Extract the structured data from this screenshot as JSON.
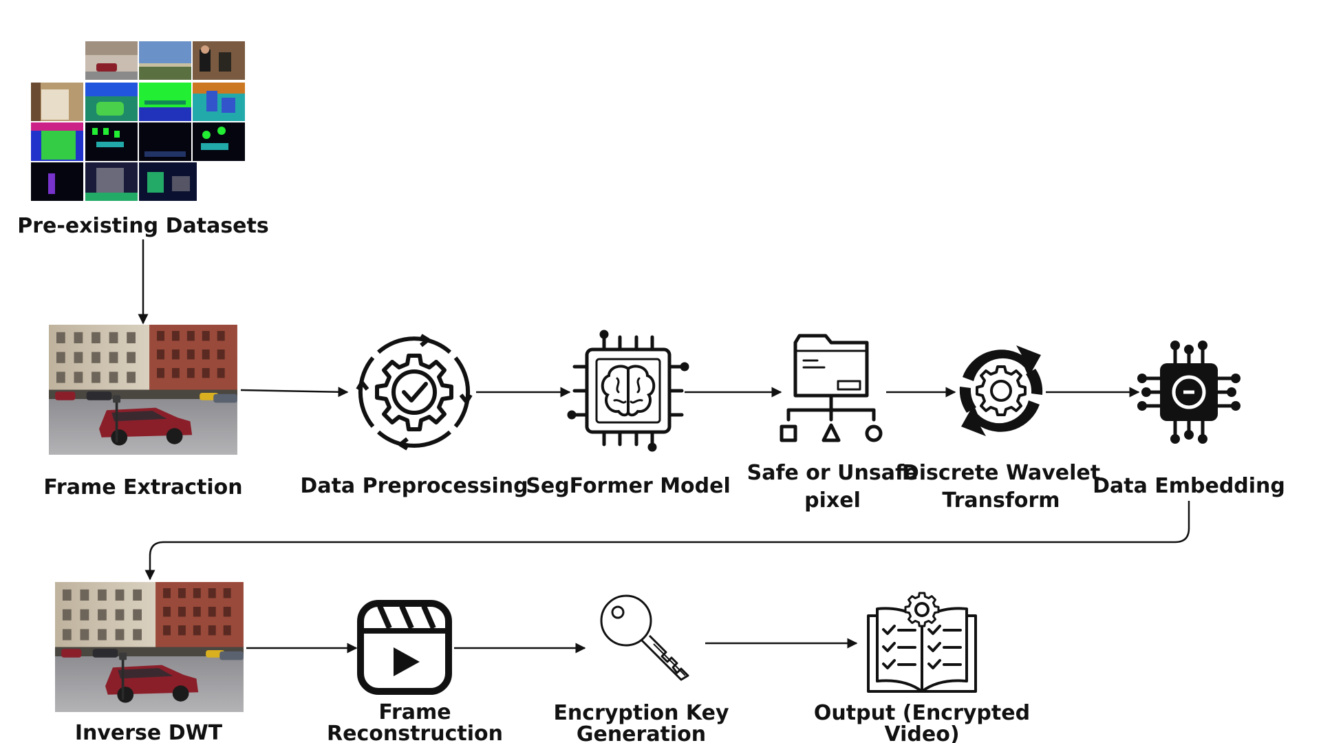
{
  "labels": {
    "datasets": "Pre-existing Datasets",
    "frame_extraction": "Frame Extraction",
    "data_preprocessing": "Data Preprocessing",
    "segformer": "SegFormer Model",
    "safe_line1": "Safe or Unsafe",
    "safe_line2": "pixel",
    "dwt_line1": "Discrete Wavelet",
    "dwt_line2": "Transform",
    "data_embedding": "Data Embedding",
    "inverse_dwt": "Inverse DWT",
    "frame_recon_line1": "Frame",
    "frame_recon_line2": "Reconstruction",
    "enc_key_line1": "Encryption Key",
    "enc_key_line2": "Generation",
    "output_line1": "Output (Encrypted",
    "output_line2": "Video)"
  },
  "colors": {
    "ink": "#111111",
    "seg_green": "#22dd22",
    "seg_blue": "#2233cc",
    "seg_purple": "#7733cc",
    "seg_teal": "#22aaaa",
    "seg_black": "#050510",
    "brick": "#9a4a3a",
    "car_red": "#8a1f2a"
  },
  "icons": {
    "datasets": "dataset-mosaic-image",
    "frame_extraction": "street-photo",
    "data_preprocessing": "gear-check-cycle-icon",
    "segformer": "brain-chip-icon",
    "safe_unsafe": "folder-hierarchy-icon",
    "dwt": "gear-refresh-icon",
    "data_embedding": "processor-chip-icon",
    "inverse_dwt": "street-photo",
    "frame_reconstruction": "video-clapper-play-icon",
    "encryption_key": "key-icon",
    "output": "open-book-checklist-gear-icon"
  }
}
